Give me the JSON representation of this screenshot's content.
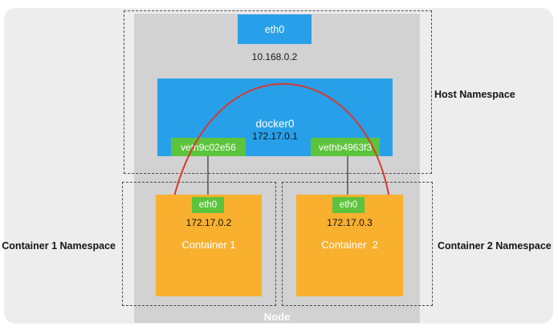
{
  "diagram": {
    "node_label": "Node",
    "host_namespace_label": "Host Namespace",
    "container1_namespace_label": "Container 1 Namespace",
    "container2_namespace_label": "Container 2 Namespace",
    "host_eth": {
      "name": "eth0",
      "ip": "10.168.0.2"
    },
    "bridge": {
      "name": "docker0",
      "ip": "172.17.0.1"
    },
    "veth1": "veth9c02e56",
    "veth2": "vethb4963f3",
    "container1": {
      "eth": "eth0",
      "ip": "172.17.0.2",
      "name": "Container 1"
    },
    "container2": {
      "eth": "eth0",
      "ip": "172.17.0.3",
      "name": "Container  2"
    }
  },
  "colors": {
    "blue": "#28a0e9",
    "green": "#5cc43c",
    "orange": "#f8b02e",
    "node_gray": "#d2d2d2",
    "bg": "#ededed",
    "red": "#d63a2f"
  }
}
